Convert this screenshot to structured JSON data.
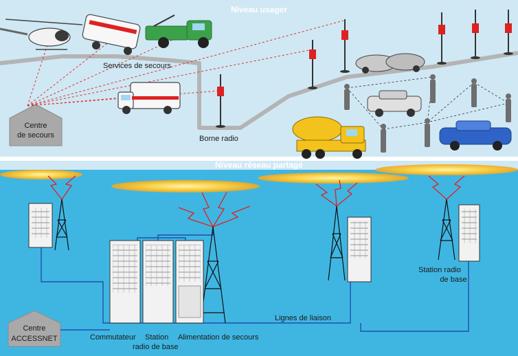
{
  "sections": {
    "user_level_title": "Niveau usager",
    "network_level_title": "Niveau réseau partagé"
  },
  "labels": {
    "emergency_services": "Services de secours",
    "emergency_center_line1": "Centre",
    "emergency_center_line2": "de secours",
    "radio_terminal": "Borne radio",
    "accessnet_center_line1": "Centre",
    "accessnet_center_line2": "ACCESSNET",
    "switch": "Commutateur",
    "base_station_line1": "Station",
    "base_station_line2": "radio de base",
    "backup_power": "Alimentation de secours",
    "link_lines": "Lignes de liaison",
    "base_radio_station_line1": "Station radio",
    "base_radio_station_line2": "de base"
  },
  "colors": {
    "top_background": "#cfe8f4",
    "bottom_background": "#3fb6e2",
    "section_divider": "#ffffff",
    "road": "#b4b4b4",
    "radio_signal": "#e02020",
    "dashed_link": "#e03030",
    "network_link": "#1f4fb0",
    "cloud": "#f6c43a",
    "building": "#a9a9a9"
  }
}
